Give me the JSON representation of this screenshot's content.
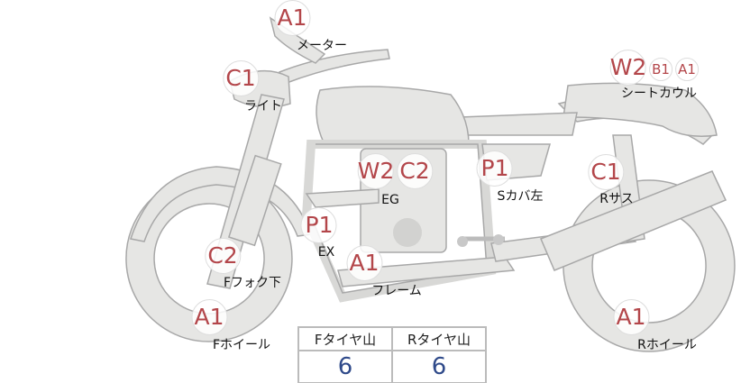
{
  "parts": [
    {
      "id": "meter",
      "label": "メーター",
      "grades": [
        "A1"
      ]
    },
    {
      "id": "light",
      "label": "ライト",
      "grades": [
        "C1"
      ]
    },
    {
      "id": "seat-cowl",
      "label": "シートカウル",
      "grades": [
        "W2",
        "B1",
        "A1"
      ]
    },
    {
      "id": "engine",
      "label": "EG",
      "grades": [
        "W2",
        "C2"
      ]
    },
    {
      "id": "side-cover-left",
      "label": "Sカバ左",
      "grades": [
        "P1"
      ]
    },
    {
      "id": "rear-suspension",
      "label": "Rサス",
      "grades": [
        "C1"
      ]
    },
    {
      "id": "exhaust",
      "label": "EX",
      "grades": [
        "P1"
      ]
    },
    {
      "id": "front-fork-lower",
      "label": "Fフォク下",
      "grades": [
        "C2"
      ]
    },
    {
      "id": "frame",
      "label": "フレーム",
      "grades": [
        "A1"
      ]
    },
    {
      "id": "front-wheel",
      "label": "Fホイール",
      "grades": [
        "A1"
      ]
    },
    {
      "id": "rear-wheel",
      "label": "Rホイール",
      "grades": [
        "A1"
      ]
    }
  ],
  "tire_table": {
    "headers": [
      "Fタイヤ山",
      "Rタイヤ山"
    ],
    "values": [
      "6",
      "6"
    ]
  },
  "colors": {
    "grade": "#b3464a",
    "value": "#2f4a8a",
    "bike_fill": "#e6e6e4",
    "bike_stroke": "#a8a8a8"
  }
}
